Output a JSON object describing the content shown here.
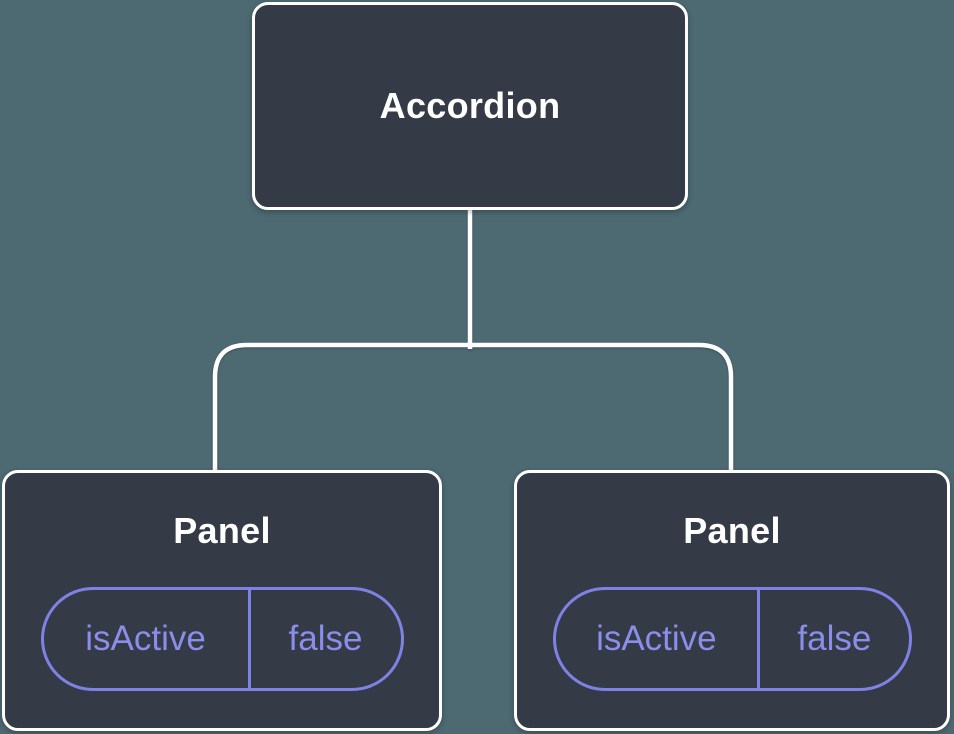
{
  "diagram": {
    "type": "component-tree",
    "root": {
      "label": "Accordion"
    },
    "children": [
      {
        "label": "Panel",
        "state": {
          "name": "isActive",
          "value": "false"
        }
      },
      {
        "label": "Panel",
        "state": {
          "name": "isActive",
          "value": "false"
        }
      }
    ]
  },
  "colors": {
    "background": "#4D6971",
    "node_fill": "#343A46",
    "node_border": "#FFFFFF",
    "connector": "#FFFFFF",
    "state_border": "#7E82E5",
    "state_text": "#8A8EEA"
  }
}
